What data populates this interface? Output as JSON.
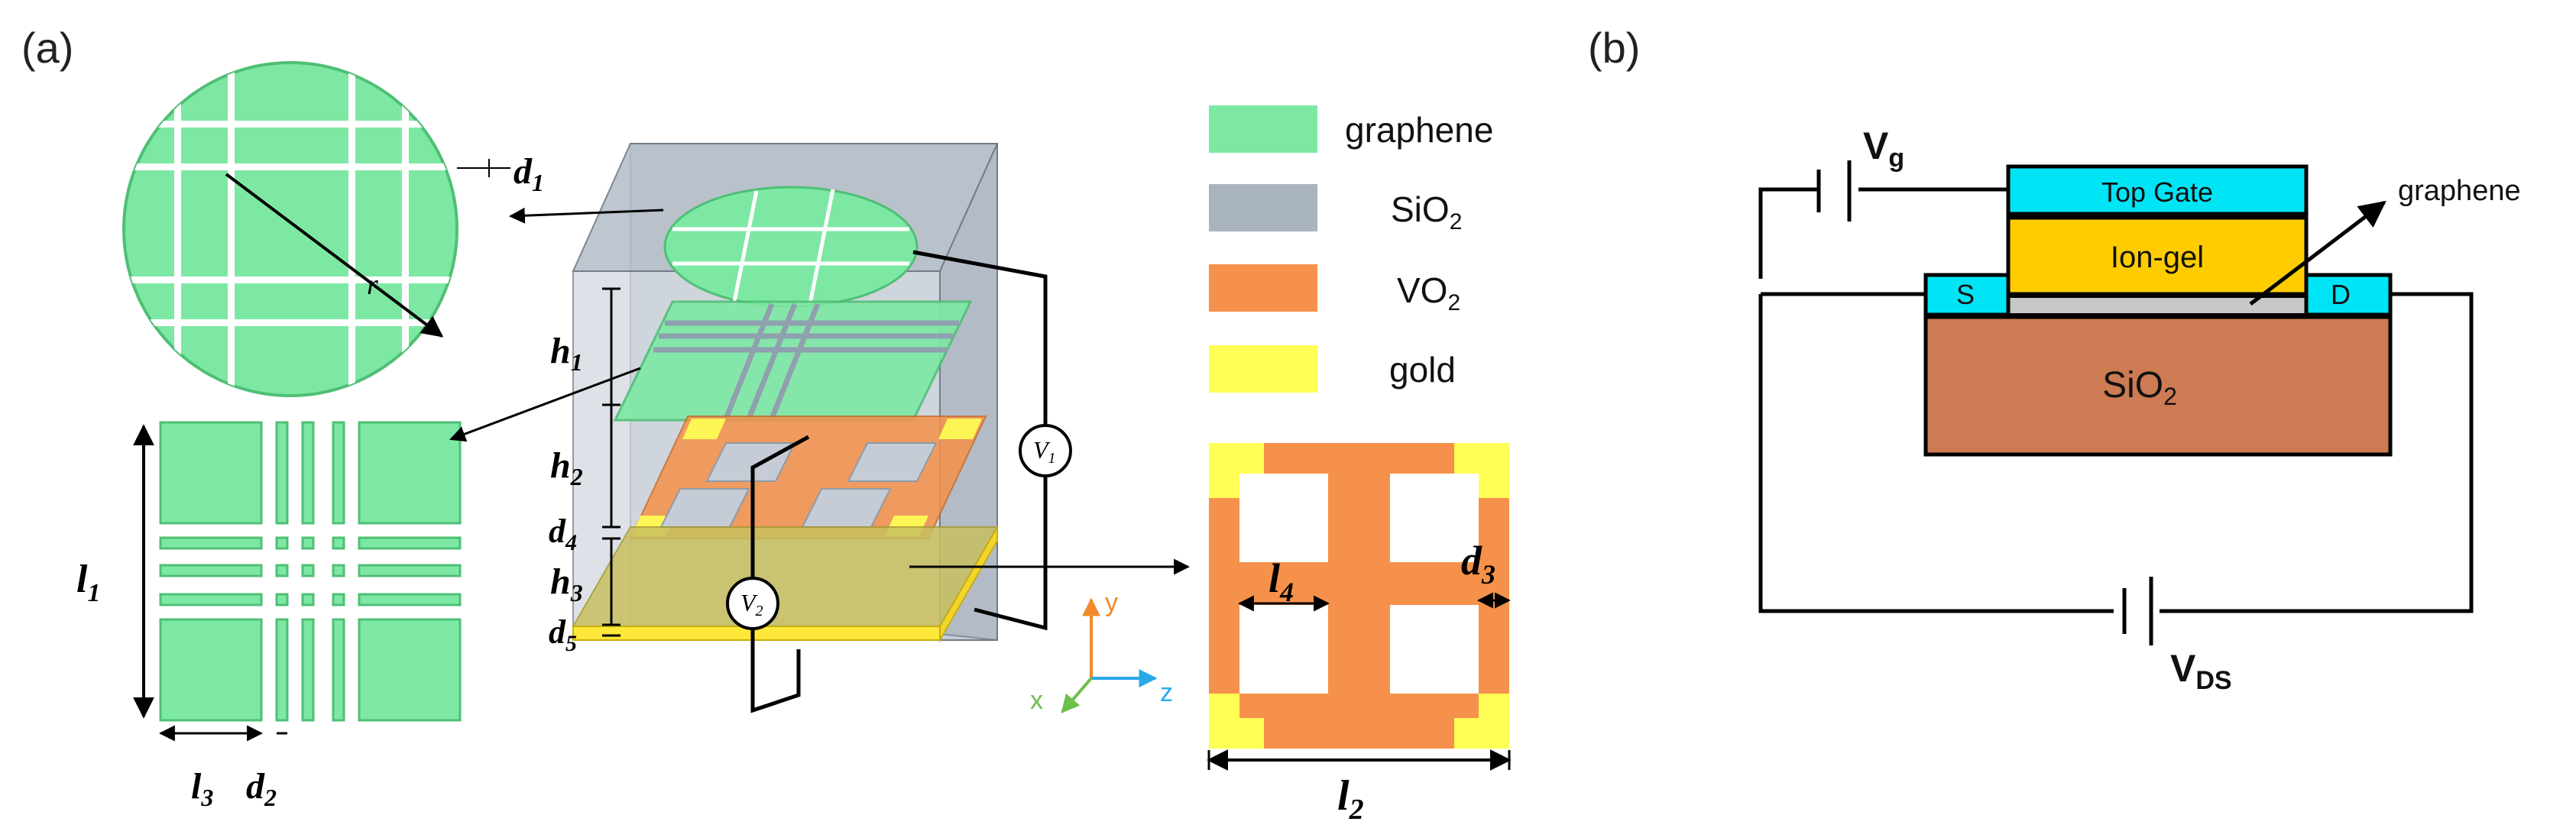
{
  "panel_a": {
    "label": "(a)",
    "disk": {
      "d1_sym": "d",
      "d1_sub": "1",
      "r_label": "r"
    },
    "cross": {
      "l1_sym": "l",
      "l1_sub": "1",
      "l3_sym": "l",
      "l3_sub": "3",
      "d2_sym": "d",
      "d2_sub": "2"
    },
    "stack": {
      "h1_sym": "h",
      "h1_sub": "1",
      "h2_sym": "h",
      "h2_sub": "2",
      "h3_sym": "h",
      "h3_sub": "3",
      "d4_sym": "d",
      "d4_sub": "4",
      "d5_sym": "d",
      "d5_sub": "5",
      "v1_sym": "V",
      "v1_sub": "1",
      "v2_sym": "V",
      "v2_sub": "2"
    },
    "axes": {
      "x": "x",
      "y": "y",
      "z": "z"
    },
    "legend": [
      {
        "name": "graphene",
        "color": "#7de8a4"
      },
      {
        "name_main": "SiO",
        "name_sub": "2",
        "color": "#aab4c0"
      },
      {
        "name_main": "VO",
        "name_sub": "2",
        "color": "#f5914a"
      },
      {
        "name": "gold",
        "color": "#ffff55"
      }
    ],
    "unit_cell": {
      "l4_sym": "l",
      "l4_sub": "4",
      "d3_sym": "d",
      "d3_sub": "3",
      "l2_sym": "l",
      "l2_sub": "2"
    }
  },
  "panel_b": {
    "label": "(b)",
    "vg_main": "V",
    "vg_sub": "g",
    "vds_main": "V",
    "vds_sub": "DS",
    "top_gate": "Top Gate",
    "ion_gel": "Ion-gel",
    "source": "S",
    "drain": "D",
    "substrate_main": "SiO",
    "substrate_sub": "2",
    "graphene_label": "graphene"
  },
  "colors": {
    "graphene": "#7de8a4",
    "graphene_stroke": "#4fbf75",
    "sio2": "#aab4c0",
    "vo2": "#f5914a",
    "gold": "#ffff55",
    "top_gate": "#00e5f5",
    "ion_gel": "#ffcc00",
    "substrate": "#cd7b52",
    "axis_y": "#f08a2a",
    "axis_z": "#29a9e8",
    "axis_x": "#6cc04a"
  }
}
